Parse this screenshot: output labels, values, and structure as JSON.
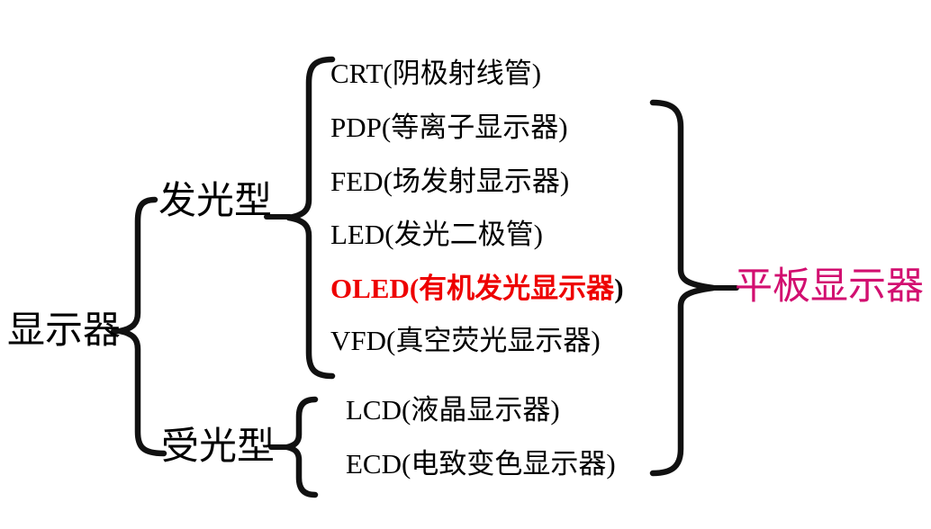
{
  "root": {
    "label": "显示器"
  },
  "groups": [
    {
      "label": "发光型",
      "items": [
        {
          "text": "CRT(阴极射线管)"
        },
        {
          "text": "PDP(等离子显示器)"
        },
        {
          "text": "FED(场发射显示器)"
        },
        {
          "text": "LED(发光二极管)"
        },
        {
          "text": "OLED(有机发光显示器",
          "suffix": ")",
          "color": "#EE0000",
          "bold": true
        },
        {
          "text": "VFD(真空荧光显示器)"
        }
      ]
    },
    {
      "label": "受光型",
      "items": [
        {
          "text": "LCD(液晶显示器)"
        },
        {
          "text": "ECD(电致变色显示器)"
        }
      ]
    }
  ],
  "flat_panel": {
    "label": "平板显示器",
    "color": "#D20F70"
  },
  "colors": {
    "text": "#000000",
    "line": "#111111",
    "oled_red": "#EE0000",
    "flat_panel_magenta": "#D20F70"
  }
}
